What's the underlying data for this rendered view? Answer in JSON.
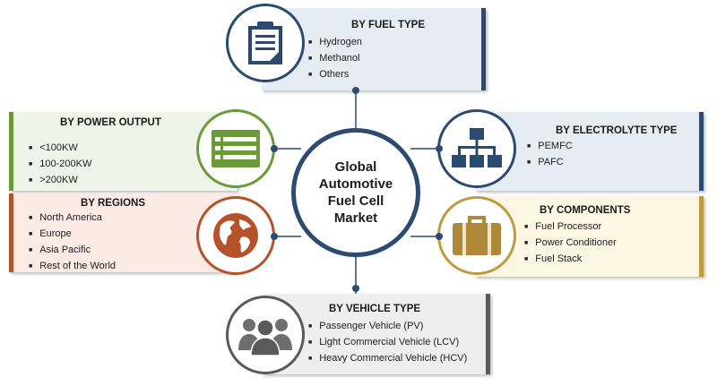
{
  "center": {
    "title": "Global Automotive Fuel Cell Market"
  },
  "colors": {
    "center_border": "#2d4b71",
    "fuel_type": "#2b4a6f",
    "power_output": "#6b9a3a",
    "regions": "#b5522a",
    "electrolyte": "#2b4a6f",
    "components": "#c09a3e",
    "vehicle": "#5a5a5a"
  },
  "segments": {
    "fuel_type": {
      "title": "BY FUEL TYPE",
      "icon": "clipboard-icon",
      "items": [
        "Hydrogen",
        "Methanol",
        "Others"
      ]
    },
    "power_output": {
      "title": "BY POWER OUTPUT",
      "icon": "list-icon",
      "items": [
        "<100KW",
        "100-200KW",
        ">200KW"
      ]
    },
    "regions": {
      "title": "BY REGIONS",
      "icon": "globe-icon",
      "items": [
        "North America",
        "Europe",
        "Asia Pacific",
        "Rest of the World"
      ]
    },
    "electrolyte": {
      "title": "BY ELECTROLYTE TYPE",
      "icon": "hierarchy-icon",
      "items": [
        "PEMFC",
        "PAFC"
      ]
    },
    "components": {
      "title": "BY COMPONENTS",
      "icon": "briefcase-icon",
      "items": [
        "Fuel Processor",
        "Power Conditioner",
        "Fuel Stack"
      ]
    },
    "vehicle": {
      "title": "BY VEHICLE TYPE",
      "icon": "people-icon",
      "items": [
        "Passenger Vehicle (PV)",
        "Light Commercial Vehicle (LCV)",
        "Heavy Commercial Vehicle (HCV)"
      ]
    }
  }
}
